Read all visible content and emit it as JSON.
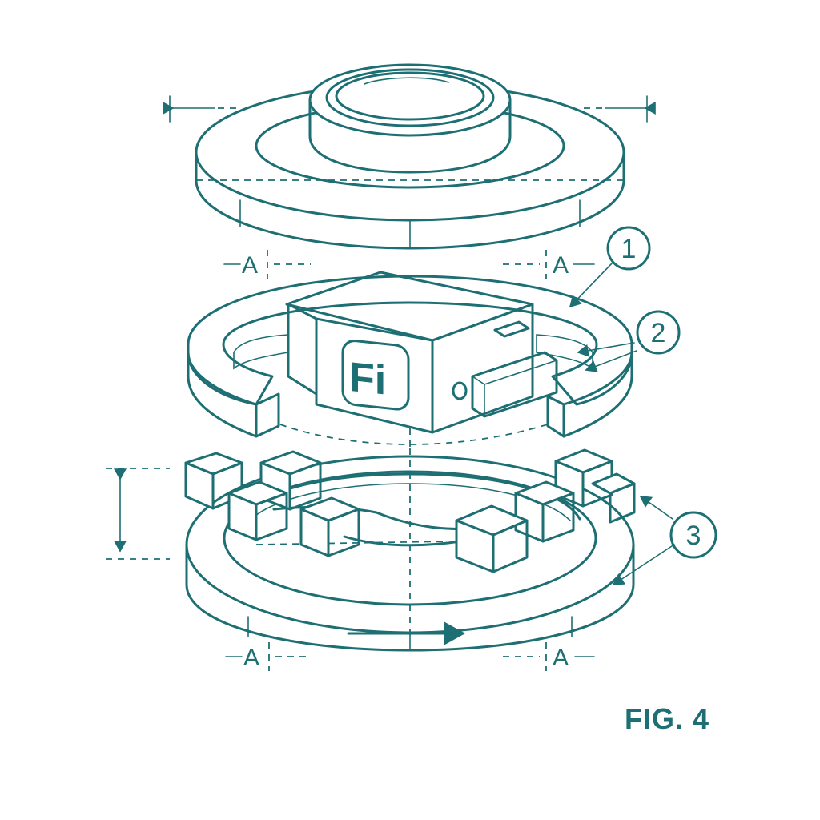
{
  "figure": {
    "caption": "FIG. 4",
    "ink_color": "#1d6f73",
    "background": "#ffffff"
  },
  "section_marks": {
    "upper_left": "A",
    "upper_right": "A",
    "lower_left": "A",
    "lower_right": "A"
  },
  "callouts": [
    {
      "number": "1"
    },
    {
      "number": "2"
    },
    {
      "number": "3"
    }
  ],
  "chip": {
    "logo_text": "Fi"
  },
  "components": {
    "top": "cap-disc-with-rim",
    "middle": "split-ring-with-chip-module",
    "bottom": "base-ring-with-cube-array"
  }
}
